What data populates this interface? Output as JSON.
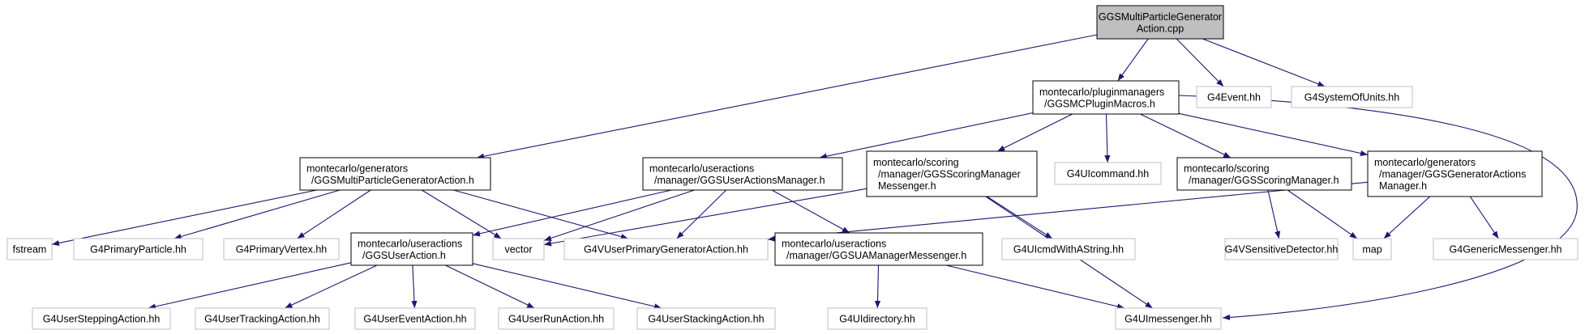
{
  "colors": {
    "edge": "#191970",
    "main_fill": "#bfbfbf",
    "local_border": "#000000",
    "system_border": "#bfbfbf"
  },
  "nodes": [
    {
      "id": "main",
      "kind": "main",
      "lines": [
        "GGSMultiParticleGenerator",
        "Action.cpp"
      ]
    },
    {
      "id": "plugin",
      "kind": "local",
      "lines": [
        "montecarlo/pluginmanagers",
        "/GGSMCPluginMacros.h"
      ]
    },
    {
      "id": "g4event",
      "kind": "system",
      "lines": [
        "G4Event.hh"
      ]
    },
    {
      "id": "g4units",
      "kind": "system",
      "lines": [
        "G4SystemOfUnits.hh"
      ]
    },
    {
      "id": "mpga",
      "kind": "local",
      "lines": [
        "montecarlo/generators",
        "/GGSMultiParticleGeneratorAction.h"
      ]
    },
    {
      "id": "uam",
      "kind": "local",
      "lines": [
        "montecarlo/useractions",
        "/manager/GGSUserActionsManager.h"
      ]
    },
    {
      "id": "smm",
      "kind": "local",
      "lines": [
        "montecarlo/scoring",
        "/manager/GGSScoringManager",
        "Messenger.h"
      ]
    },
    {
      "id": "g4uicommand",
      "kind": "system",
      "lines": [
        "G4UIcommand.hh"
      ]
    },
    {
      "id": "sm",
      "kind": "local",
      "lines": [
        "montecarlo/scoring",
        "/manager/GGSScoringManager.h"
      ]
    },
    {
      "id": "gam",
      "kind": "local",
      "lines": [
        "montecarlo/generators",
        "/manager/GGSGeneratorActions",
        "Manager.h"
      ]
    },
    {
      "id": "fstream",
      "kind": "system",
      "lines": [
        "fstream"
      ]
    },
    {
      "id": "g4pp",
      "kind": "system",
      "lines": [
        "G4PrimaryParticle.hh"
      ]
    },
    {
      "id": "g4pv",
      "kind": "system",
      "lines": [
        "G4PrimaryVertex.hh"
      ]
    },
    {
      "id": "ua",
      "kind": "local",
      "lines": [
        "montecarlo/useractions",
        "/GGSUserAction.h"
      ]
    },
    {
      "id": "vector",
      "kind": "system",
      "lines": [
        "vector"
      ]
    },
    {
      "id": "g4vupga",
      "kind": "system",
      "lines": [
        "G4VUserPrimaryGeneratorAction.hh"
      ]
    },
    {
      "id": "uamm",
      "kind": "local",
      "lines": [
        "montecarlo/useractions",
        "/manager/GGSUAManagerMessenger.h"
      ]
    },
    {
      "id": "g4uicmd",
      "kind": "system",
      "lines": [
        "G4UIcmdWithAString.hh"
      ]
    },
    {
      "id": "g4vsd",
      "kind": "system",
      "lines": [
        "G4VSensitiveDetector.hh"
      ]
    },
    {
      "id": "map",
      "kind": "system",
      "lines": [
        "map"
      ]
    },
    {
      "id": "g4gm",
      "kind": "system",
      "lines": [
        "G4GenericMessenger.hh"
      ]
    },
    {
      "id": "g4usa",
      "kind": "system",
      "lines": [
        "G4UserSteppingAction.hh"
      ]
    },
    {
      "id": "g4uta",
      "kind": "system",
      "lines": [
        "G4UserTrackingAction.hh"
      ]
    },
    {
      "id": "g4uea",
      "kind": "system",
      "lines": [
        "G4UserEventAction.hh"
      ]
    },
    {
      "id": "g4ura",
      "kind": "system",
      "lines": [
        "G4UserRunAction.hh"
      ]
    },
    {
      "id": "g4ustk",
      "kind": "system",
      "lines": [
        "G4UserStackingAction.hh"
      ]
    },
    {
      "id": "g4uidir",
      "kind": "system",
      "lines": [
        "G4UIdirectory.hh"
      ]
    },
    {
      "id": "g4uimsg",
      "kind": "system",
      "lines": [
        "G4UImessenger.hh"
      ]
    }
  ],
  "edges": [
    [
      "main",
      "mpga"
    ],
    [
      "main",
      "plugin"
    ],
    [
      "main",
      "g4event"
    ],
    [
      "main",
      "g4units"
    ],
    [
      "plugin",
      "uam"
    ],
    [
      "plugin",
      "smm"
    ],
    [
      "plugin",
      "g4uicommand"
    ],
    [
      "plugin",
      "sm"
    ],
    [
      "plugin",
      "gam"
    ],
    [
      "plugin",
      "g4uimsg"
    ],
    [
      "mpga",
      "fstream"
    ],
    [
      "mpga",
      "g4pp"
    ],
    [
      "mpga",
      "g4pv"
    ],
    [
      "mpga",
      "vector"
    ],
    [
      "mpga",
      "g4vupga"
    ],
    [
      "uam",
      "ua"
    ],
    [
      "uam",
      "vector"
    ],
    [
      "uam",
      "g4vupga"
    ],
    [
      "uam",
      "uamm"
    ],
    [
      "smm",
      "vector"
    ],
    [
      "smm",
      "g4uicmd"
    ],
    [
      "smm",
      "g4uimsg"
    ],
    [
      "sm",
      "g4vsd"
    ],
    [
      "sm",
      "map"
    ],
    [
      "gam",
      "g4vupga"
    ],
    [
      "gam",
      "map"
    ],
    [
      "gam",
      "g4gm"
    ],
    [
      "ua",
      "g4usa"
    ],
    [
      "ua",
      "g4uta"
    ],
    [
      "ua",
      "g4uea"
    ],
    [
      "ua",
      "g4ura"
    ],
    [
      "ua",
      "g4ustk"
    ],
    [
      "uamm",
      "g4uidir"
    ],
    [
      "uamm",
      "g4uimsg"
    ]
  ]
}
